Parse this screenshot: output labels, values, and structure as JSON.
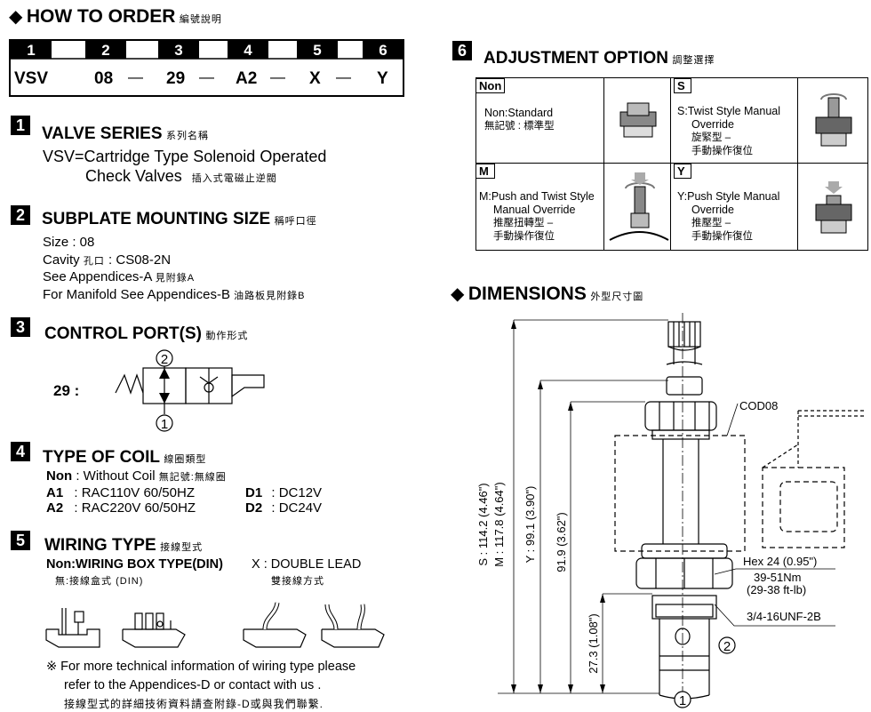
{
  "how_to_order": {
    "title": "HOW TO  ORDER",
    "title_cn": "編號說明",
    "positions": [
      "1",
      "2",
      "3",
      "4",
      "5",
      "6"
    ],
    "values": [
      "VSV",
      "08",
      "29",
      "A2",
      "X",
      "Y"
    ],
    "separator": "—"
  },
  "sections": {
    "s1": {
      "num": "1",
      "title": "VALVE SERIES",
      "title_cn": "系列名稱",
      "line1": "VSV=Cartridge Type Solenoid Operated",
      "line2": "Check Valves",
      "line2_cn": "插入式電磁止逆閥"
    },
    "s2": {
      "num": "2",
      "title": "SUBPLATE MOUNTING SIZE",
      "title_cn": "稱呼口徑",
      "size": "Size : 08",
      "cavity_a": "Cavity",
      "cavity_cn": "孔口",
      "cavity_b": ": CS08-2N",
      "appA": "See Appendices-A",
      "appA_cn": "見附錄A",
      "appB": "For Manifold See Appendices-B",
      "appB_cn": "油路板見附錄B"
    },
    "s3": {
      "num": "3",
      "title": "CONTROL PORT(S)",
      "title_cn": "動作形式",
      "code": "29 :",
      "port_top": "2",
      "port_bottom": "1"
    },
    "s4": {
      "num": "4",
      "title": "TYPE OF COIL",
      "title_cn": "線圈類型",
      "non_bold": "Non",
      "non_text": ": Without Coil",
      "non_cn": "無記號:無線圈",
      "codes": [
        {
          "code": "A1",
          "desc": ": RAC110V  60/50HZ"
        },
        {
          "code": "A2",
          "desc": ": RAC220V  60/50HZ"
        },
        {
          "code": "D1",
          "desc": ": DC12V"
        },
        {
          "code": "D2",
          "desc": ": DC24V"
        }
      ]
    },
    "s5": {
      "num": "5",
      "title": "WIRING TYPE",
      "title_cn": "接線型式",
      "non_label": "Non:WIRING BOX TYPE(DIN)",
      "non_cn": "無:接線盒式 (DIN)",
      "x_label": "X : DOUBLE LEAD",
      "x_cn": "雙接線方式",
      "note1": "※ For more technical information of wiring type  please",
      "note2": "refer to the Appendices-D or contact with us .",
      "note3": "接線型式的詳細技術資料請查附錄-D或與我們聯繫."
    }
  },
  "adjustment": {
    "num": "6",
    "title": "ADJUSTMENT OPTION",
    "title_cn": "調整選擇",
    "options": [
      {
        "code": "Non",
        "line1": "Non:Standard",
        "line2": "無記號 : 標準型",
        "line3": "",
        "line4": ""
      },
      {
        "code": "S",
        "line1": "S:Twist Style Manual",
        "line2": "Override",
        "line3": "旋緊型 –",
        "line4": "手動操作復位"
      },
      {
        "code": "M",
        "line1": "M:Push and Twist  Style",
        "line2": "Manual Override",
        "line3": "推壓扭轉型 –",
        "line4": "手動操作復位"
      },
      {
        "code": "Y",
        "line1": "Y:Push Style Manual",
        "line2": "Override",
        "line3": "推壓型 –",
        "line4": "手動操作復位"
      }
    ]
  },
  "dimensions": {
    "title": "DIMENSIONS",
    "title_cn": "外型尺寸圖",
    "labels": {
      "cod": "COD08",
      "sm": "S : 114.2 (4.46\")",
      "m": "M : 117.8 (4.64\")",
      "y": "Y : 99.1 (3.90\")",
      "d919": "91.9 (3.62\")",
      "d273": "27.3 (1.08\")",
      "hex": "Hex 24 (0.95\")",
      "torque1": "39-51Nm",
      "torque2": "(29-38 ft-lb)",
      "thread": "3/4-16UNF-2B",
      "port2": "2",
      "port1": "1"
    }
  }
}
